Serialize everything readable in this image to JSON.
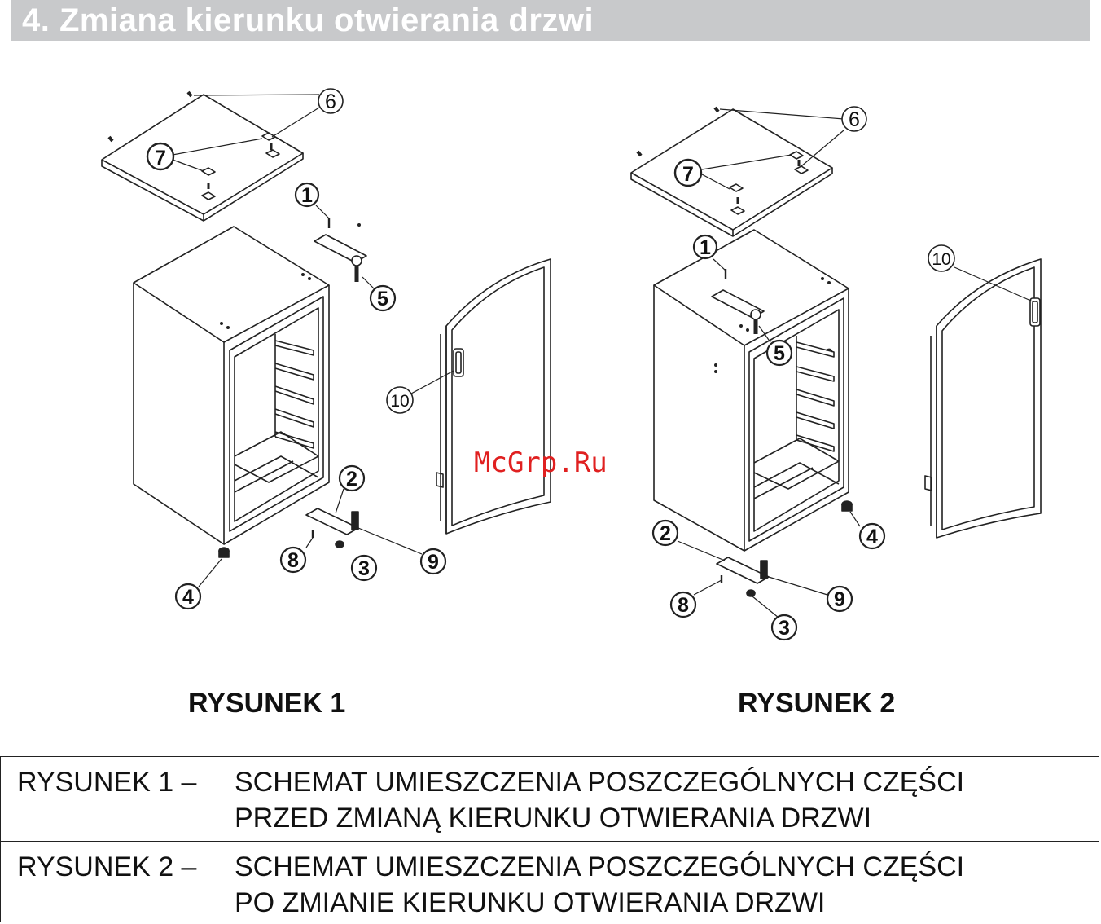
{
  "header": {
    "title": "4. Zmiana kierunku otwierania drzwi"
  },
  "figures": {
    "fig1_caption": "RYSUNEK 1",
    "fig2_caption": "RYSUNEK 2"
  },
  "callouts": {
    "fig1": [
      "6",
      "7",
      "1",
      "5",
      "10",
      "2",
      "8",
      "3",
      "9",
      "4"
    ],
    "fig2": [
      "6",
      "7",
      "1",
      "10",
      "5",
      "2",
      "4",
      "9",
      "8",
      "3"
    ]
  },
  "legend": [
    {
      "key": "RYSUNEK 1 –",
      "line1": "SCHEMAT UMIESZCZENIA POSZCZEGÓLNYCH CZĘŚCI",
      "line2": "PRZED ZMIANĄ KIERUNKU OTWIERANIA DRZWI"
    },
    {
      "key": "RYSUNEK 2 –",
      "line1": "SCHEMAT UMIESZCZENIA POSZCZEGÓLNYCH CZĘŚCI",
      "line2": "PO ZMIANIE KIERUNKU OTWIERANIA DRZWI"
    }
  ],
  "watermark": "McGrp.Ru"
}
